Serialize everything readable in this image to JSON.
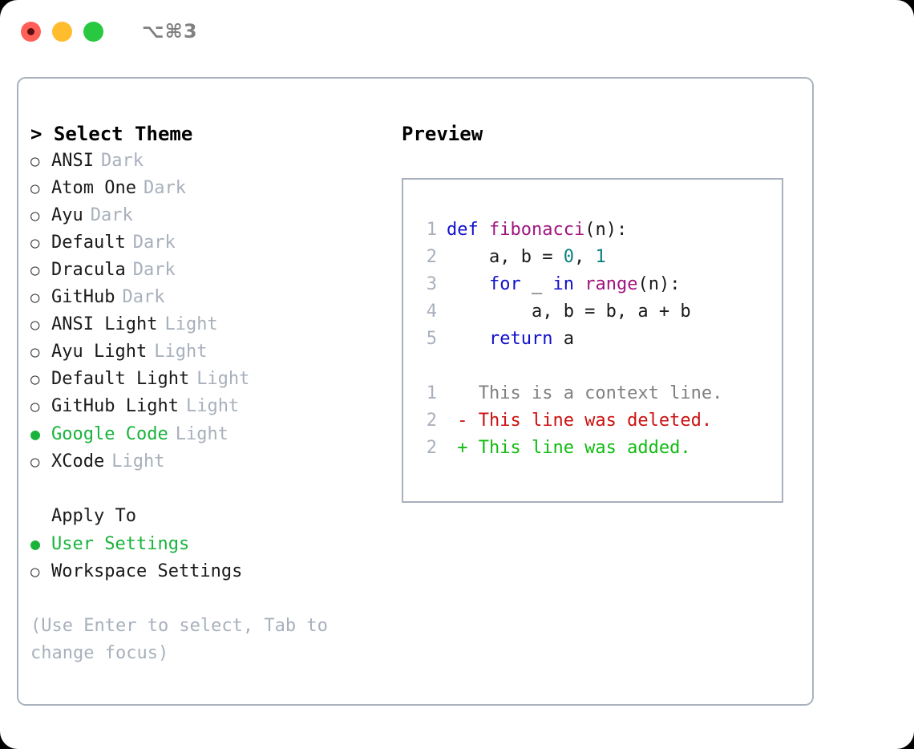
{
  "titlebar": {
    "shortcut": "⌥⌘3",
    "buttons": [
      "close",
      "minimize",
      "maximize"
    ]
  },
  "theme_list": {
    "header": "> Select Theme",
    "items": [
      {
        "marker": "○",
        "label": "ANSI",
        "tag": "Dark",
        "selected": false
      },
      {
        "marker": "○",
        "label": "Atom One",
        "tag": "Dark",
        "selected": false
      },
      {
        "marker": "○",
        "label": "Ayu",
        "tag": "Dark",
        "selected": false
      },
      {
        "marker": "○",
        "label": "Default",
        "tag": "Dark",
        "selected": false
      },
      {
        "marker": "○",
        "label": "Dracula",
        "tag": "Dark",
        "selected": false
      },
      {
        "marker": "○",
        "label": "GitHub",
        "tag": "Dark",
        "selected": false
      },
      {
        "marker": "○",
        "label": "ANSI Light",
        "tag": "Light",
        "selected": false
      },
      {
        "marker": "○",
        "label": "Ayu Light",
        "tag": "Light",
        "selected": false
      },
      {
        "marker": "○",
        "label": "Default Light",
        "tag": "Light",
        "selected": false
      },
      {
        "marker": "○",
        "label": "GitHub Light",
        "tag": "Light",
        "selected": false
      },
      {
        "marker": "●",
        "label": "Google Code",
        "tag": "Light",
        "selected": true
      },
      {
        "marker": "○",
        "label": "XCode",
        "tag": "Light",
        "selected": false
      }
    ]
  },
  "apply_to": {
    "title": "Apply To",
    "options": [
      {
        "marker": "●",
        "label": "User Settings",
        "selected": true
      },
      {
        "marker": "○",
        "label": "Workspace Settings",
        "selected": false
      }
    ]
  },
  "hint": "(Use Enter to select, Tab to change focus)",
  "preview": {
    "title": "Preview",
    "code_lines": [
      {
        "no": "1",
        "tokens": [
          {
            "t": "def ",
            "c": "kw"
          },
          {
            "t": "fibonacci",
            "c": "fn"
          },
          {
            "t": "(n):",
            "c": "pl"
          }
        ]
      },
      {
        "no": "2",
        "tokens": [
          {
            "t": "    a, b = ",
            "c": "pl"
          },
          {
            "t": "0",
            "c": "num"
          },
          {
            "t": ", ",
            "c": "pl"
          },
          {
            "t": "1",
            "c": "num"
          }
        ]
      },
      {
        "no": "3",
        "tokens": [
          {
            "t": "    ",
            "c": "pl"
          },
          {
            "t": "for",
            "c": "kw"
          },
          {
            "t": " _ ",
            "c": "pl"
          },
          {
            "t": "in",
            "c": "kw"
          },
          {
            "t": " ",
            "c": "pl"
          },
          {
            "t": "range",
            "c": "fn"
          },
          {
            "t": "(n):",
            "c": "pl"
          }
        ]
      },
      {
        "no": "4",
        "tokens": [
          {
            "t": "        a, b = b, a + b",
            "c": "pl"
          }
        ]
      },
      {
        "no": "5",
        "tokens": [
          {
            "t": "    ",
            "c": "pl"
          },
          {
            "t": "return",
            "c": "kw"
          },
          {
            "t": " a",
            "c": "pl"
          }
        ]
      }
    ],
    "diff_lines": [
      {
        "no": "1",
        "text": "   This is a context line.",
        "kind": "ctx"
      },
      {
        "no": "2",
        "text": " - This line was deleted.",
        "kind": "del"
      },
      {
        "no": "2",
        "text": " + This line was added.",
        "kind": "add"
      }
    ]
  },
  "colors": {
    "accent_green": "#19b33c",
    "border": "#aab2be",
    "muted": "#a8b0bc",
    "keyword": "#1010cc",
    "function": "#a0147f",
    "number": "#0d8080",
    "diff_delete": "#cc1111",
    "diff_add": "#11bb11",
    "light_red": "#ff5f57",
    "light_amber": "#ffbd2e",
    "light_green": "#28c840"
  }
}
